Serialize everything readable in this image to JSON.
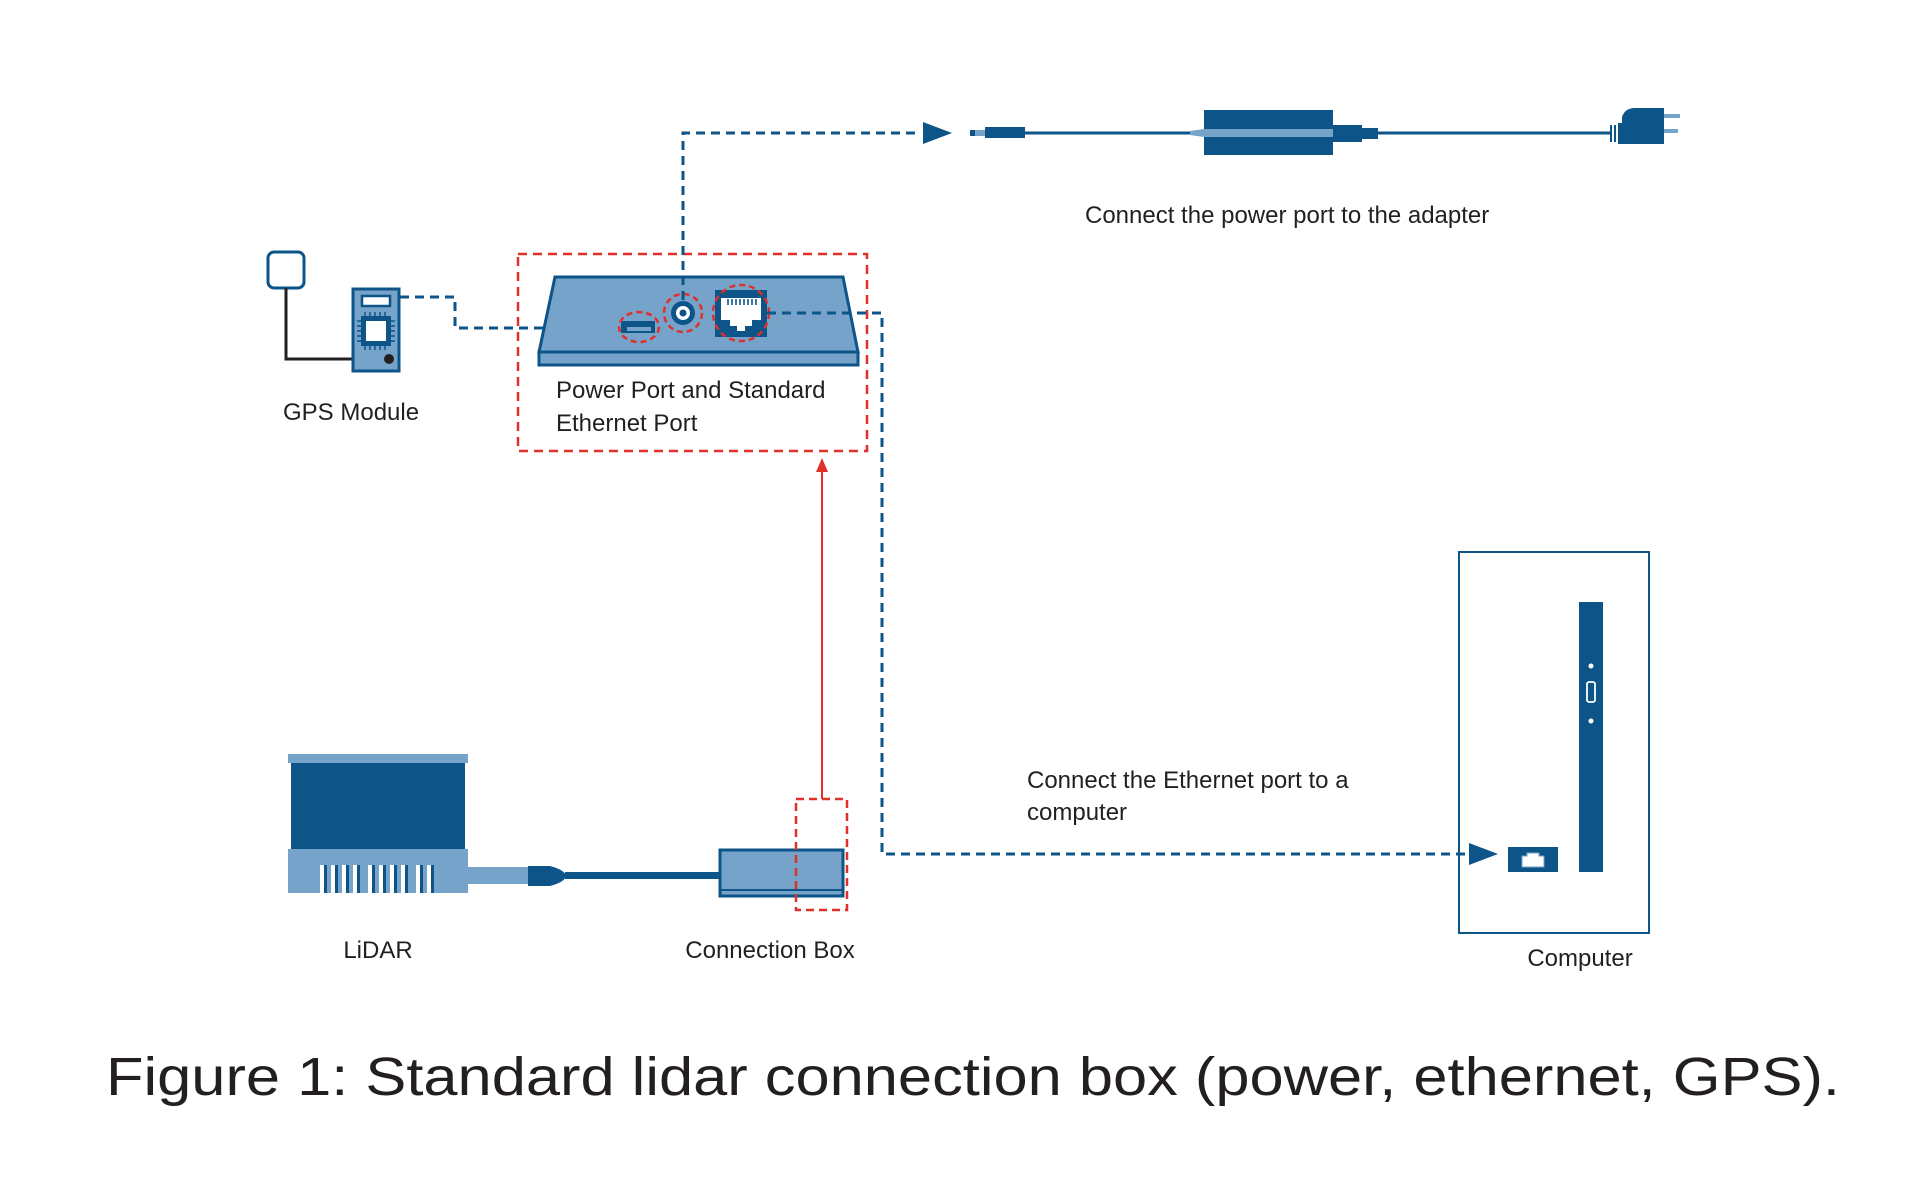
{
  "figure": {
    "caption": "Figure 1: Standard lidar connection box (power, ethernet, GPS).",
    "colors": {
      "dark_blue": "#0d5489",
      "light_blue": "#76a3c9",
      "red_highlight": "#e0302a",
      "text": "#231f20",
      "gps_wire": "#231f20"
    }
  },
  "components": {
    "gps_module": {
      "label": "GPS Module",
      "icon": "gps-module-icon"
    },
    "interface_box": {
      "label_line1": "Power Port and Standard",
      "label_line2": "Ethernet Port",
      "icon": "interface-box-icon"
    },
    "lidar": {
      "label": "LiDAR",
      "icon": "lidar-sensor-icon"
    },
    "connection_box": {
      "label": "Connection Box",
      "icon": "connection-box-icon"
    },
    "computer": {
      "label": "Computer",
      "icon": "computer-tower-icon"
    },
    "power_adapter": {
      "icon": "power-adapter-icon"
    }
  },
  "annotations": {
    "power": "Connect the power port to the adapter",
    "ethernet_line1": "Connect the Ethernet port to a",
    "ethernet_line2": "computer"
  },
  "connections": [
    {
      "from": "gps_module",
      "to": "interface_box.gps_port",
      "style": "dashed-blue"
    },
    {
      "from": "interface_box.power_port",
      "to": "power_adapter",
      "style": "dashed-blue-arrow"
    },
    {
      "from": "interface_box.ethernet_port",
      "to": "computer.ethernet_port",
      "style": "dashed-blue-arrow"
    },
    {
      "from": "connection_box",
      "to": "interface_box",
      "style": "solid-red-arrow"
    },
    {
      "from": "lidar",
      "to": "connection_box",
      "style": "solid-cable"
    }
  ]
}
